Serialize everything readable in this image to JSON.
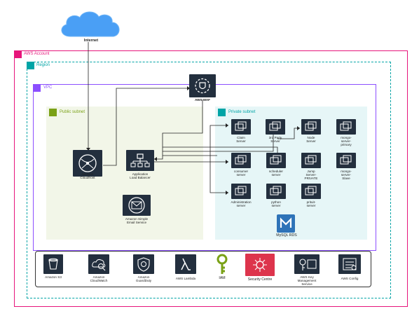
{
  "diagram": {
    "internet": {
      "label": "Internet"
    },
    "account": {
      "label": "AWS Account"
    },
    "region": {
      "label": "Region"
    },
    "vpc": {
      "label": "VPC"
    },
    "public_subnet": {
      "label": "Public subnet"
    },
    "private_subnet": {
      "label": "Private subnet"
    },
    "waf": {
      "label": "AWS WAF"
    },
    "public_nodes": {
      "cloudfront": "Amazon\nCloudfront",
      "alb": "Application\nLoad Balancer",
      "ses": "Amazon Simple\nEmail Service"
    },
    "servers": {
      "claim": "Claim\nServer",
      "third_party": "3rd Party\nServer",
      "node": "Node\nServer",
      "mongo_primary": "mongo-\nserver-\nprimary",
      "consumer": "consumer\nserver",
      "scheduler": "scheduler\nserver",
      "jump": "Jump\nServer-\nPRIVATE",
      "mongo_slave": "mongo-\nserver-\nSlave",
      "administration": "Administration\nserver",
      "python": "python\nserver",
      "prituit": "prituit-\nserver"
    },
    "rds": {
      "label": "MySQL RDS"
    },
    "services": {
      "s3": "Amazon S3",
      "cloudwatch": "Amazon\nCloudWatch",
      "guardduty": "Amazon\nGuardDuty",
      "lambda": "AWS Lambda",
      "iam": "IAM",
      "security_centre": "Security Centre",
      "kms": "AWS Key\nManagement\nService",
      "config": "AWS Config"
    },
    "colors": {
      "account_border": "#e7157b",
      "region_border": "#00a4a6",
      "vpc_border": "#8c4fff",
      "public_fill": "#f2f6e8",
      "public_accent": "#7aa116",
      "private_fill": "#e6f6f7",
      "private_accent": "#00a4a6",
      "icon_dark": "#232f3e",
      "rds_blue": "#2e73b8",
      "iam_green": "#7aa116",
      "security_red": "#dd344c",
      "cloud_blue": "#4a9ff5"
    }
  }
}
